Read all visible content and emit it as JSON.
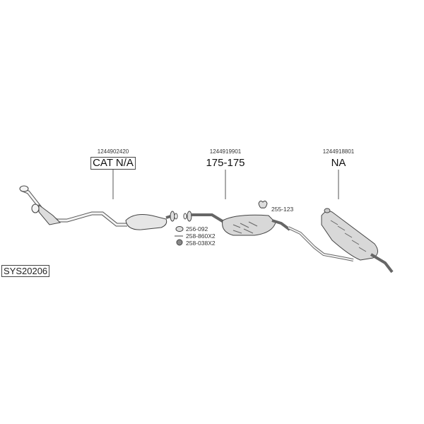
{
  "diagram_id": "SYS20206",
  "parts": [
    {
      "part_number": "1244902420",
      "code": "CAT N/A"
    },
    {
      "part_number": "1244919901",
      "code": "175-175"
    },
    {
      "part_number": "1244918801",
      "code": "NA"
    }
  ],
  "accessories": [
    {
      "code": "255-123"
    },
    {
      "code": "256-092"
    },
    {
      "code": "258-860X2"
    },
    {
      "code": "258-038X2"
    }
  ]
}
